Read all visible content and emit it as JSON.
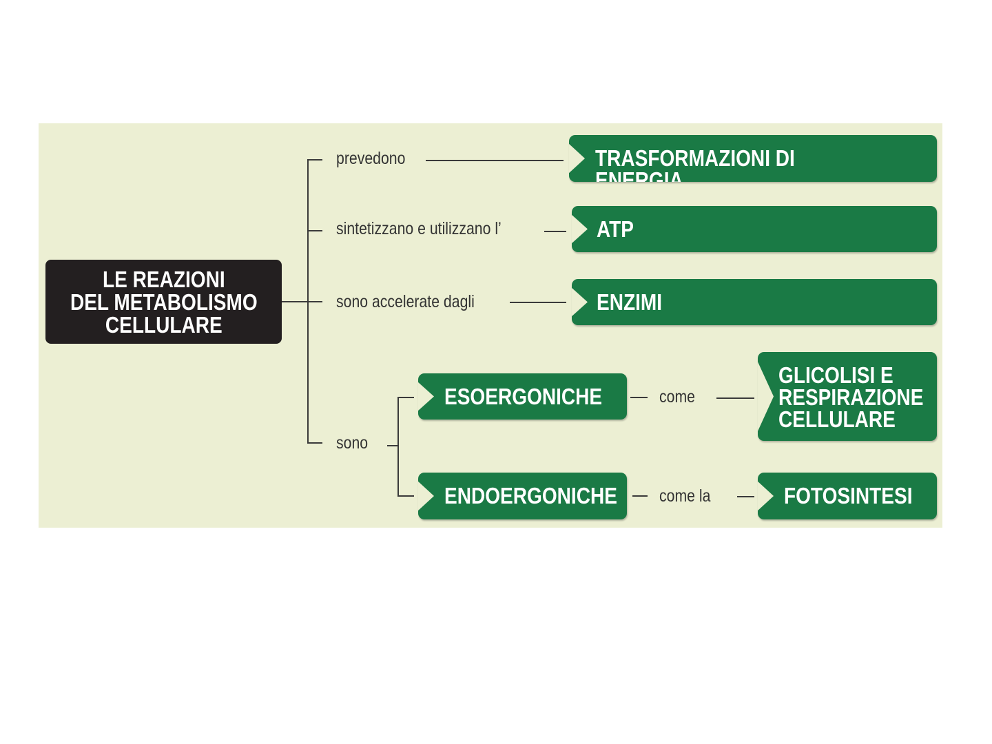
{
  "root": {
    "label": "LE REAZIONI\nDEL METABOLISMO\nCELLULARE"
  },
  "branches": [
    {
      "connector": "prevedono",
      "target": "TRASFORMAZIONI DI ENERGIA"
    },
    {
      "connector": "sintetizzano e utilizzano l’",
      "target": "ATP"
    },
    {
      "connector": "sono accelerate dagli",
      "target": "ENZIMI"
    },
    {
      "connector": "sono",
      "children": [
        {
          "label": "ESOERGONICHE",
          "connector": "come",
          "target": "GLICOLISI E\nRESPIRAZIONE\nCELLULARE"
        },
        {
          "label": "ENDOERGONICHE",
          "connector": "come la",
          "target": "FOTOSINTESI"
        }
      ]
    }
  ],
  "colors": {
    "green": "#1a7a45",
    "background": "#ecefd3",
    "root": "#231f20"
  }
}
